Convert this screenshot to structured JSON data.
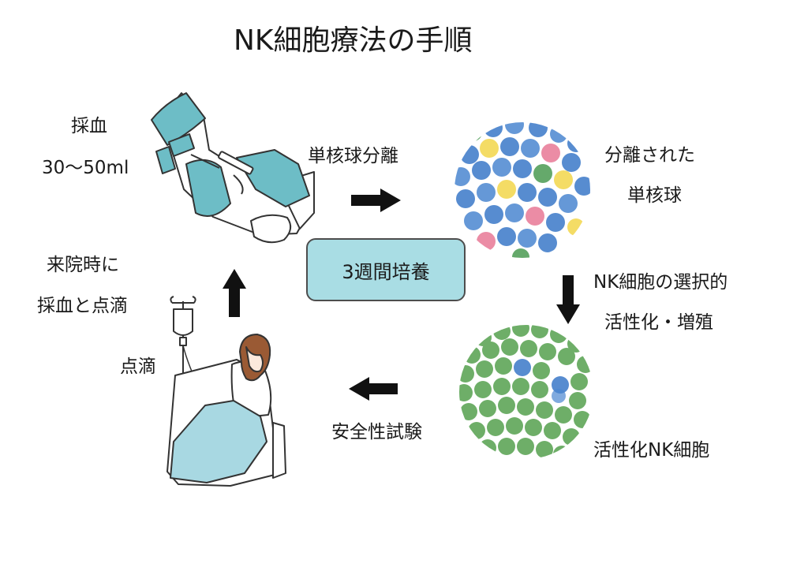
{
  "title": "NK細胞療法の手順",
  "steps": {
    "blood_draw_label": "採血",
    "blood_draw_volume": "30〜50ml",
    "separation_label": "単核球分離",
    "separated_line1": "分離された",
    "separated_line2": "単核球",
    "culture_box": "3週間培養",
    "selection_line1": "NK細胞の選択的",
    "selection_line2": "活性化・増殖",
    "activated_label": "活性化NK細胞",
    "safety_label": "安全性試験",
    "drip_label": "点滴",
    "visit_line1": "来院時に",
    "visit_line2": "採血と点滴"
  },
  "colors": {
    "glove": "#6dbdc6",
    "blanket": "#a8d8e2",
    "hair": "#9a5a34",
    "box_fill": "#a9dde4",
    "nk_green": "#4f9d47",
    "arrow": "#111111"
  },
  "icons": [
    "syringe-arm",
    "iv-drip-stand",
    "mononuclear-cells",
    "nk-cells"
  ]
}
